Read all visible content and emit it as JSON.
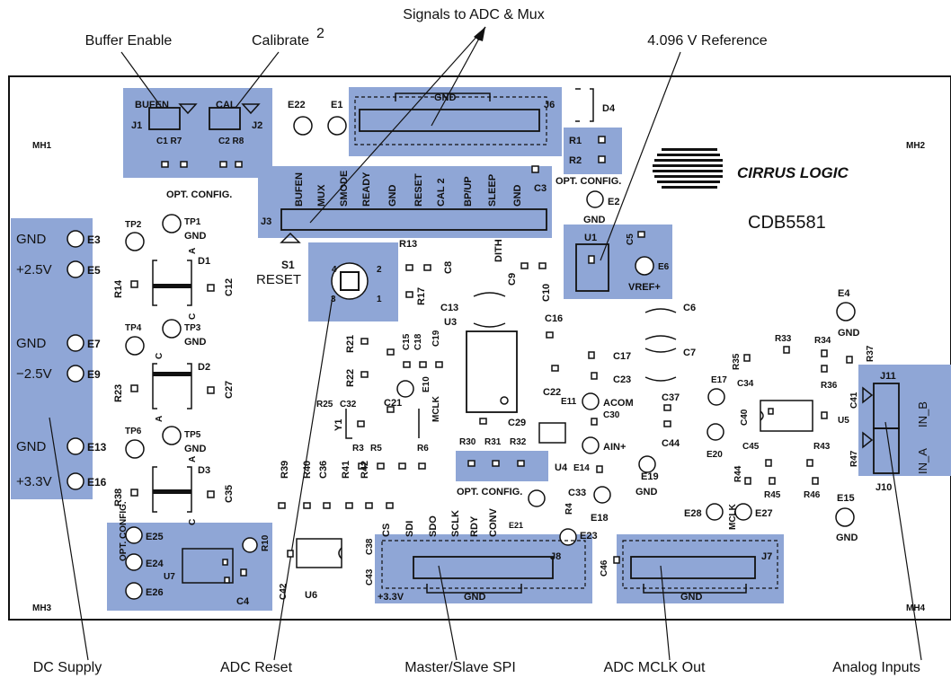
{
  "callouts": {
    "signals_to_adc_mux": "Signals to ADC & Mux",
    "buffer_enable": "Buffer Enable",
    "calibrate": "Calibrate",
    "calibrate_note": "2",
    "reference": "4.096 V Reference",
    "dc_supply": "DC Supply",
    "adc_reset": "ADC Reset",
    "master_slave_spi": "Master/Slave SPI",
    "adc_mclk_out": "ADC MCLK Out",
    "analog_inputs": "Analog Inputs"
  },
  "board": {
    "model": "CDB5581",
    "logo_text": "CIRRUS LOGIC",
    "mounting_holes": [
      "MH1",
      "MH2",
      "MH3",
      "MH4"
    ],
    "opt_config": "OPT. CONFIG.",
    "opt_config_side": "OPT. CONFIG.",
    "reset_label": "RESET"
  },
  "jumpers": {
    "j1": {
      "label": "J1",
      "name": "BUFEN",
      "parts": "C1 R7"
    },
    "j2": {
      "label": "J2",
      "name": "CAL",
      "parts": "C2 R8"
    },
    "j6": {
      "label": "J6",
      "gnd": "GND"
    },
    "j3": {
      "label": "J3",
      "pins": [
        "BUFEN",
        "MUX",
        "SMODE",
        "READY",
        "GND",
        "RESET",
        "CAL 2",
        "BP/UP",
        "SLEEP",
        "GND"
      ]
    },
    "j8": {
      "label": "J8",
      "pins": [
        "CS",
        "SDI",
        "SDO",
        "SCLK",
        "RDY",
        "CONV"
      ],
      "supply": "+3.3V",
      "gnd": "GND"
    },
    "j7": {
      "label": "J7",
      "gnd": "GND"
    },
    "j11": {
      "label": "J11",
      "name": "IN_B"
    },
    "j10": {
      "label": "J10",
      "name": "IN_A"
    }
  },
  "power_terminals": [
    {
      "label": "GND",
      "id": "E3"
    },
    {
      "label": "+2.5V",
      "id": "E5"
    },
    {
      "label": "GND",
      "id": "E7"
    },
    {
      "label": "−2.5V",
      "id": "E9"
    },
    {
      "label": "GND",
      "id": "E13"
    },
    {
      "label": "+3.3V",
      "id": "E16"
    }
  ],
  "test_points": {
    "e22": "E22",
    "e1": "E1",
    "e2": "E2",
    "e2_gnd": "GND",
    "e6": "E6",
    "e6_name": "VREF+",
    "e4": "E4",
    "e4_gnd": "GND",
    "e10": "E10",
    "e10_name": "MCLK",
    "e11": "E11",
    "e11_name": "ACOM",
    "e14": "E14",
    "e14_name": "AIN+",
    "e19": "E19",
    "e19_gnd": "GND",
    "e18": "E18",
    "e17": "E17",
    "e20": "E20",
    "e15": "E15",
    "e15_gnd": "GND",
    "e21": "E21",
    "e23": "E23",
    "e28": "E28",
    "e27": "E27",
    "mclk": "MCLK",
    "e25": "E25",
    "e24": "E24",
    "e26": "E26",
    "tp1": "TP1",
    "tp2": "TP2",
    "tp3": "TP3",
    "tp4": "TP4",
    "tp5": "TP5",
    "tp6": "TP6",
    "gnd": "GND"
  },
  "components": {
    "d4": "D4",
    "r1": "R1",
    "r2": "R2",
    "u1": "U1",
    "c5": "C5",
    "s1": "S1",
    "r13": "R13",
    "c8": "C8",
    "dith": "DITH",
    "c9": "C9",
    "c10": "C10",
    "c13": "C13",
    "u3": "U3",
    "r17": "R17",
    "c16": "C16",
    "c6": "C6",
    "c7": "C7",
    "c17": "C17",
    "c23": "C23",
    "c22": "C22",
    "c30": "C30",
    "c37": "C37",
    "c44": "C44",
    "c29": "C29",
    "r30": "R30",
    "r31": "R31",
    "r32": "R32",
    "u4": "U4",
    "d1": "D1",
    "d2": "D2",
    "d3": "D3",
    "r14": "R14",
    "r23": "R23",
    "r38": "R38",
    "c12": "C12",
    "c27": "C27",
    "c35": "C35",
    "r21": "R21",
    "r22": "R22",
    "c15": "C15",
    "c18": "C18",
    "c19": "C19",
    "r25": "R25",
    "c32": "C32",
    "c21": "C21",
    "y1": "Y1",
    "r3": "R3",
    "r5": "R5",
    "r6": "R6",
    "r39": "R39",
    "r40": "R40",
    "c36": "C36",
    "r41": "R41",
    "r42": "R42",
    "c3": "C3",
    "r33": "R33",
    "r34": "R34",
    "r35": "R35",
    "r36": "R36",
    "r37": "R37",
    "c34": "C34",
    "c40": "C40",
    "c41": "C41",
    "u5": "U5",
    "c45": "C45",
    "r43": "R43",
    "r44": "R44",
    "r45": "R45",
    "r46": "R46",
    "r47": "R47",
    "c33": "C33",
    "r4": "R4",
    "c38": "C38",
    "c43": "C43",
    "c42": "C42",
    "u6": "U6",
    "c46": "C46",
    "u7": "U7",
    "r10": "R10",
    "c4": "C4",
    "diode_a": "A",
    "diode_c": "C",
    "s1_pins": [
      "4",
      "2",
      "3",
      "1"
    ]
  }
}
